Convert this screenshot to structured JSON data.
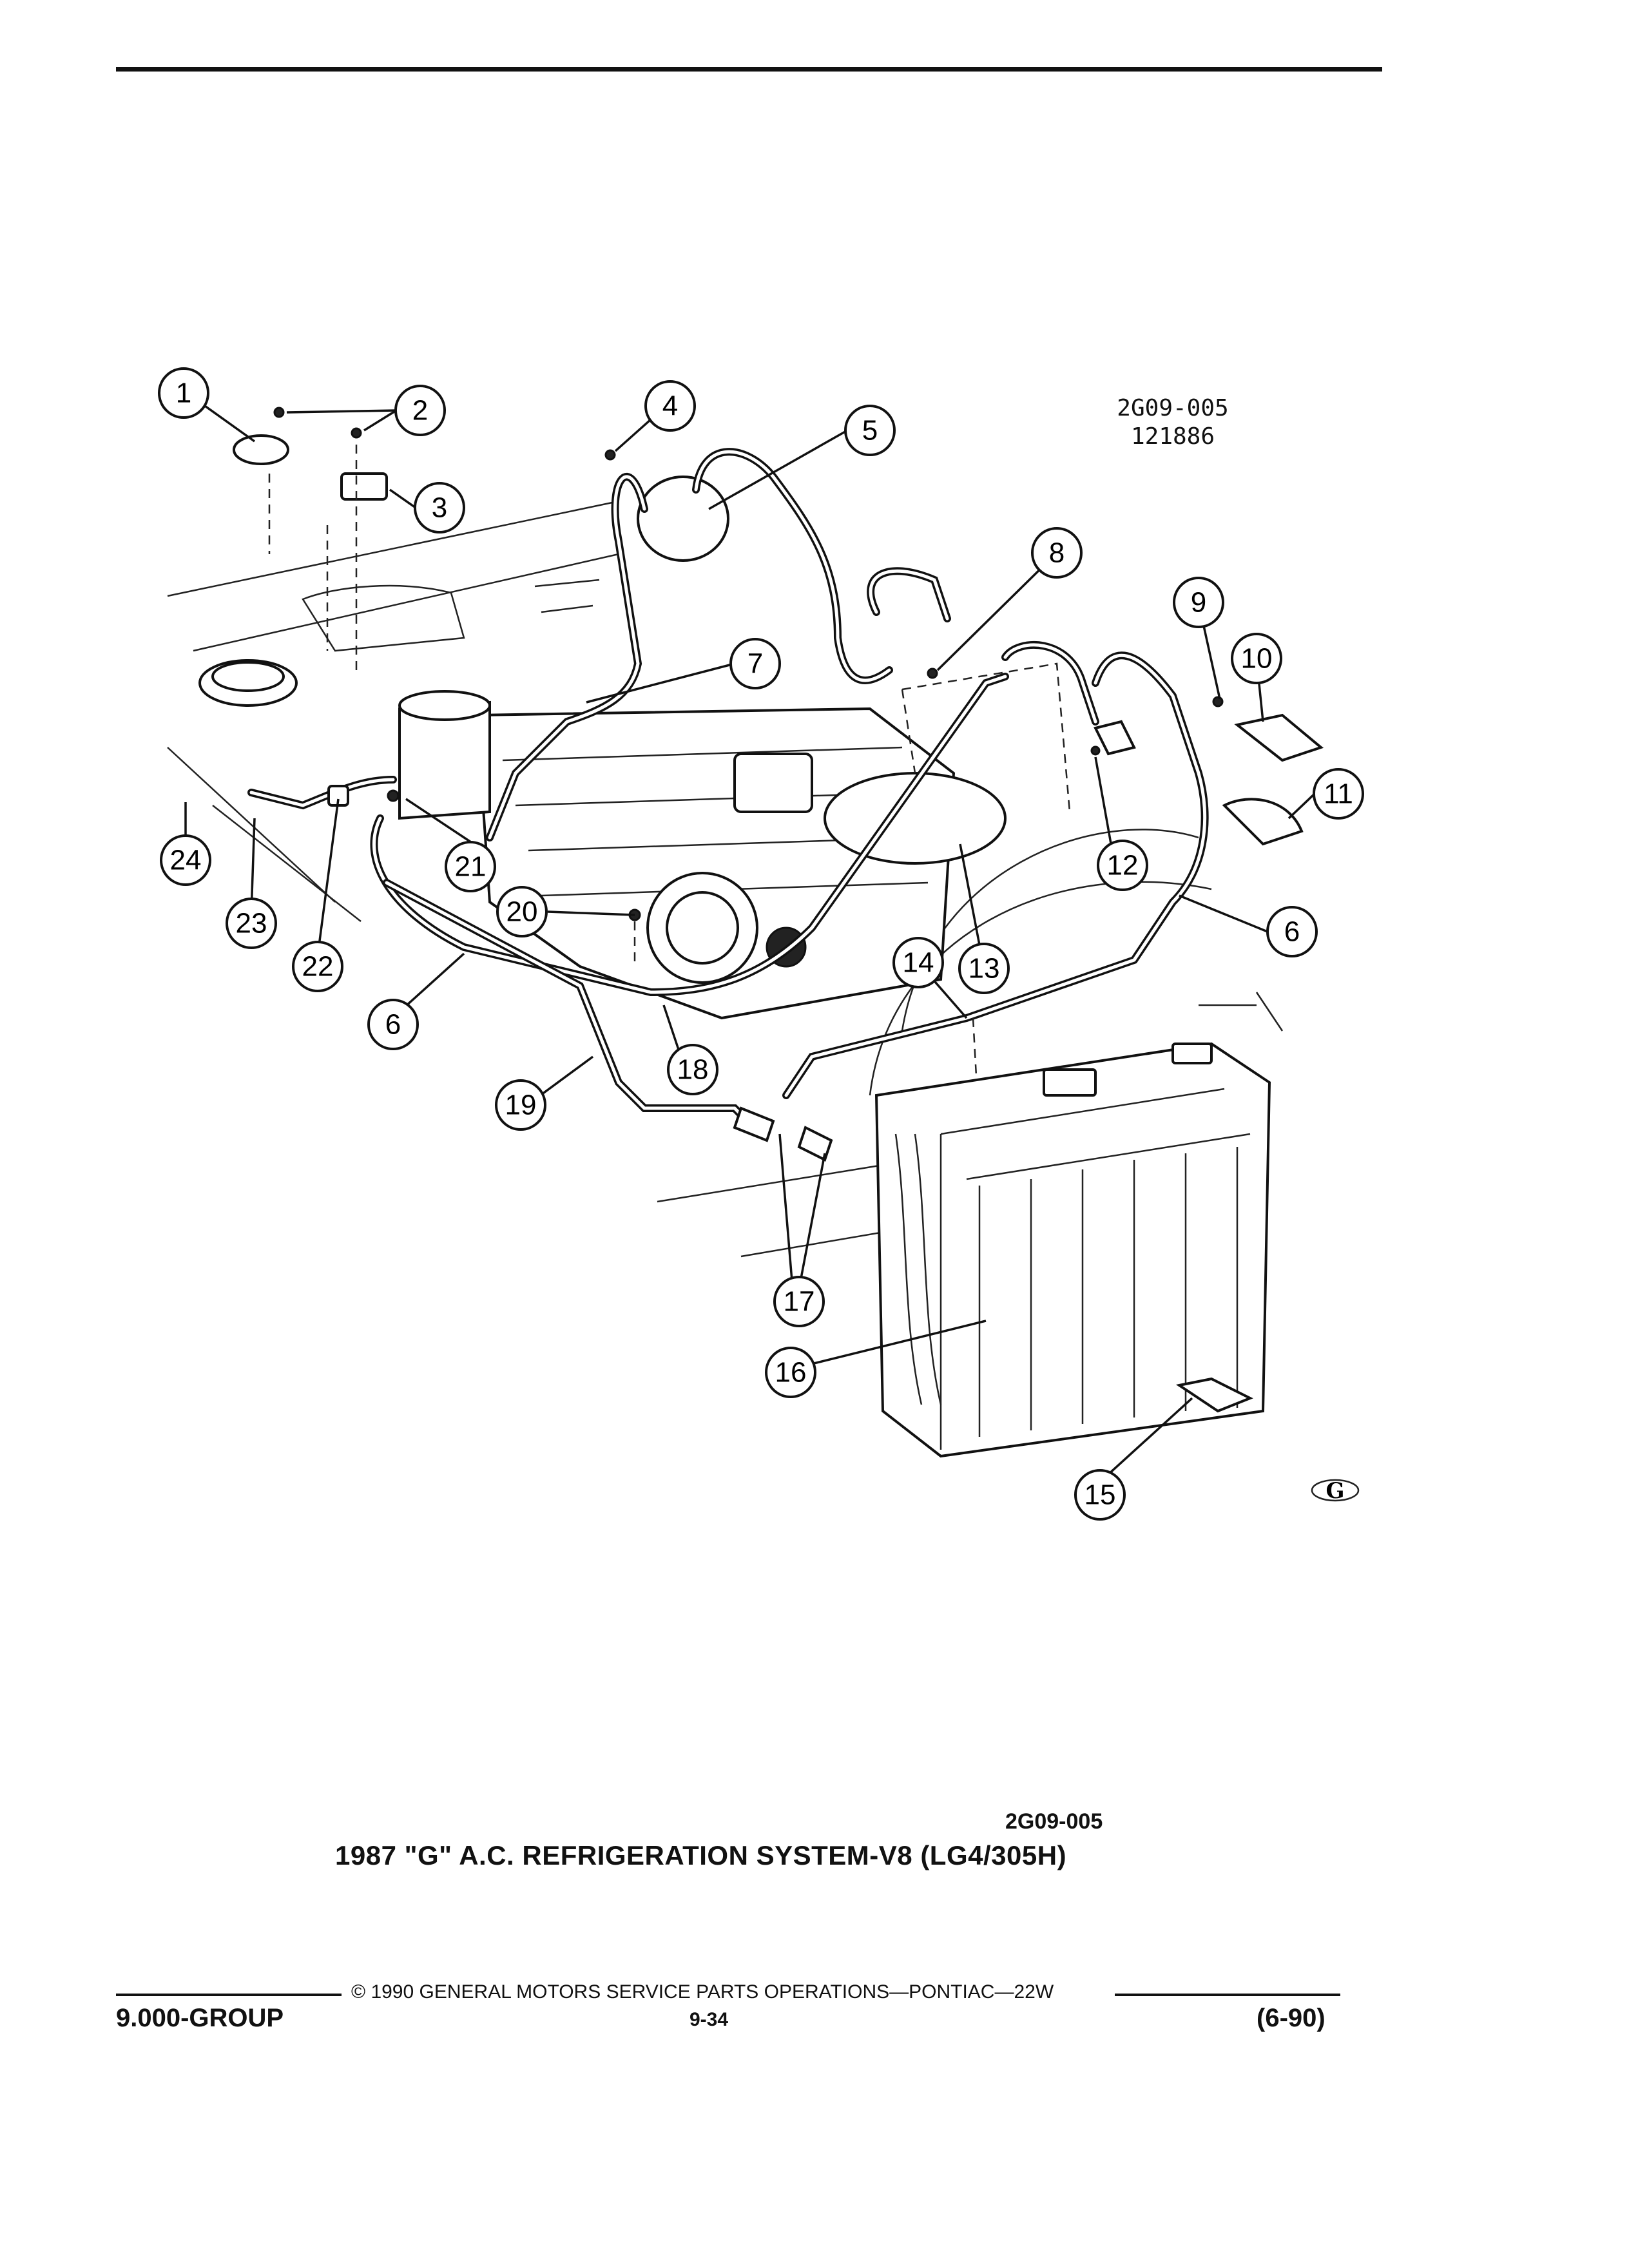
{
  "header": {
    "code_line1": "2G09-005",
    "code_line2": "121886"
  },
  "callouts": [
    "1",
    "2",
    "3",
    "4",
    "5",
    "6",
    "7",
    "8",
    "9",
    "10",
    "11",
    "12",
    "13",
    "14",
    "15",
    "16",
    "17",
    "18",
    "19",
    "20",
    "21",
    "22",
    "23",
    "24"
  ],
  "callout_6_second": "6",
  "logo": {
    "text": "G"
  },
  "caption": {
    "code": "2G09-005",
    "title": "1987 \"G\" A.C. REFRIGERATION SYSTEM-V8 (LG4/305H)"
  },
  "footer": {
    "copyright": "© 1990 GENERAL MOTORS SERVICE PARTS OPERATIONS—PONTIAC—22W",
    "group": "9.000-GROUP",
    "page": "9-34",
    "date": "(6-90)"
  }
}
